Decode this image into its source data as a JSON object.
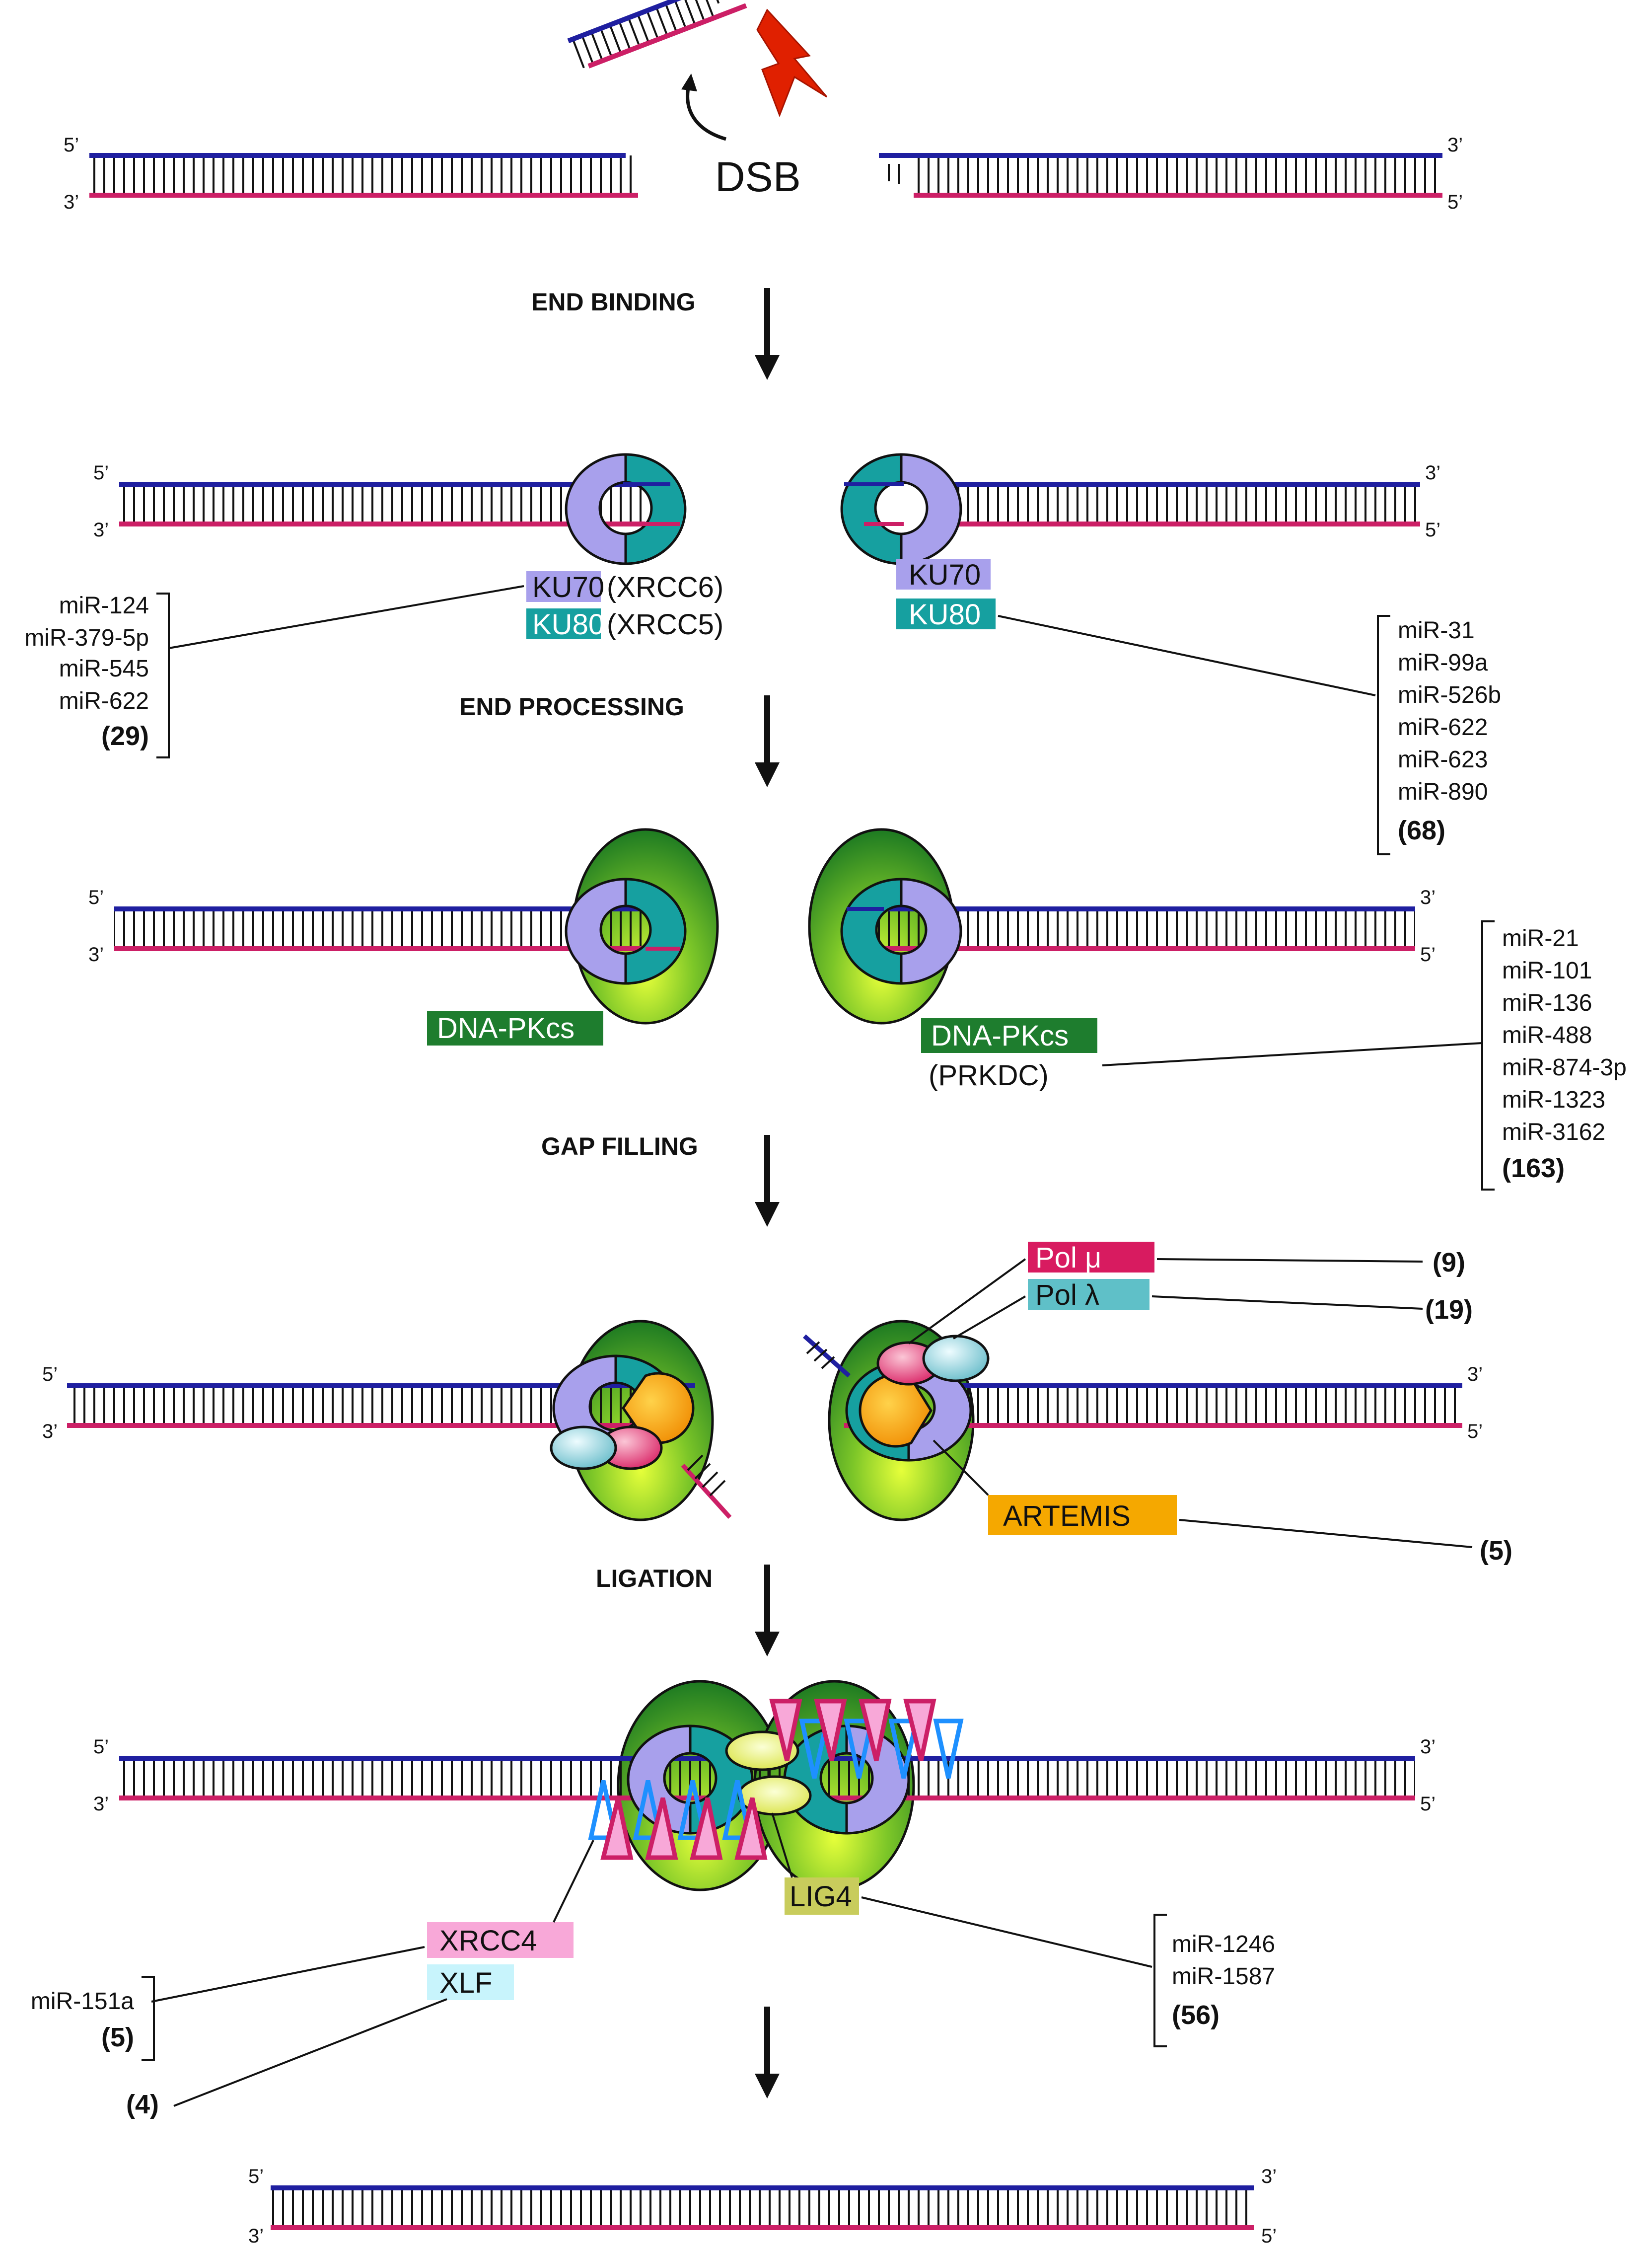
{
  "dna_ends": {
    "five": "5’",
    "three": "3’"
  },
  "dsb_label": "DSB",
  "steps": {
    "end_binding": "END BINDING",
    "end_processing": "END PROCESSING",
    "gap_filling": "GAP FILLING",
    "ligation": "LIGATION"
  },
  "proteins": {
    "ku70": "KU70",
    "ku80": "KU80",
    "ku70_gene": "(XRCC6)",
    "ku80_gene": "(XRCC5)",
    "dnapkcs": "DNA-PKcs",
    "dnapkcs_gene": "(PRKDC)",
    "pol_mu": "Pol μ",
    "pol_lambda": "Pol λ",
    "artemis": "ARTEMIS",
    "xrcc4": "XRCC4",
    "xlf": "XLF",
    "lig4": "LIG4"
  },
  "mirna_groups": {
    "ku70": {
      "items": [
        "miR-124",
        "miR-379-5p",
        "miR-545",
        "miR-622"
      ],
      "count": "(29)"
    },
    "ku80": {
      "items": [
        "miR-31",
        "miR-99a",
        "miR-526b",
        "miR-622",
        "miR-623",
        "miR-890"
      ],
      "count": "(68)"
    },
    "dnapkcs": {
      "items": [
        "miR-21",
        "miR-101",
        "miR-136",
        "miR-488",
        "miR-874-3p",
        "miR-1323",
        "miR-3162"
      ],
      "count": "(163)"
    },
    "pol_mu": {
      "items": [],
      "count": "(9)"
    },
    "pol_lambda": {
      "items": [],
      "count": "(19)"
    },
    "artemis": {
      "items": [],
      "count": "(5)"
    },
    "xrcc4": {
      "items": [
        "miR-151a"
      ],
      "count": "(5)"
    },
    "xlf": {
      "items": [],
      "count": "(4)"
    },
    "lig4": {
      "items": [
        "miR-1246",
        "miR-1587"
      ],
      "count": "(56)"
    }
  },
  "colors": {
    "top_strand": "#1f1fa0",
    "bottom_strand": "#cc1f66",
    "ku70": "#a8a0ec",
    "ku80": "#16a0a0",
    "dnapkcs": "#1e7d2e",
    "pol_mu": "#d81b60",
    "pol_lambda": "#5fc0c8",
    "artemis": "#f5a800",
    "xrcc4": "#f8a8d8",
    "xlf": "#c8f4fc",
    "lig4": "#c8cc5c",
    "lightning": "#e02000"
  },
  "icons": [
    "lightning-bolt-icon",
    "curved-arrow-icon",
    "down-arrow-icon"
  ]
}
